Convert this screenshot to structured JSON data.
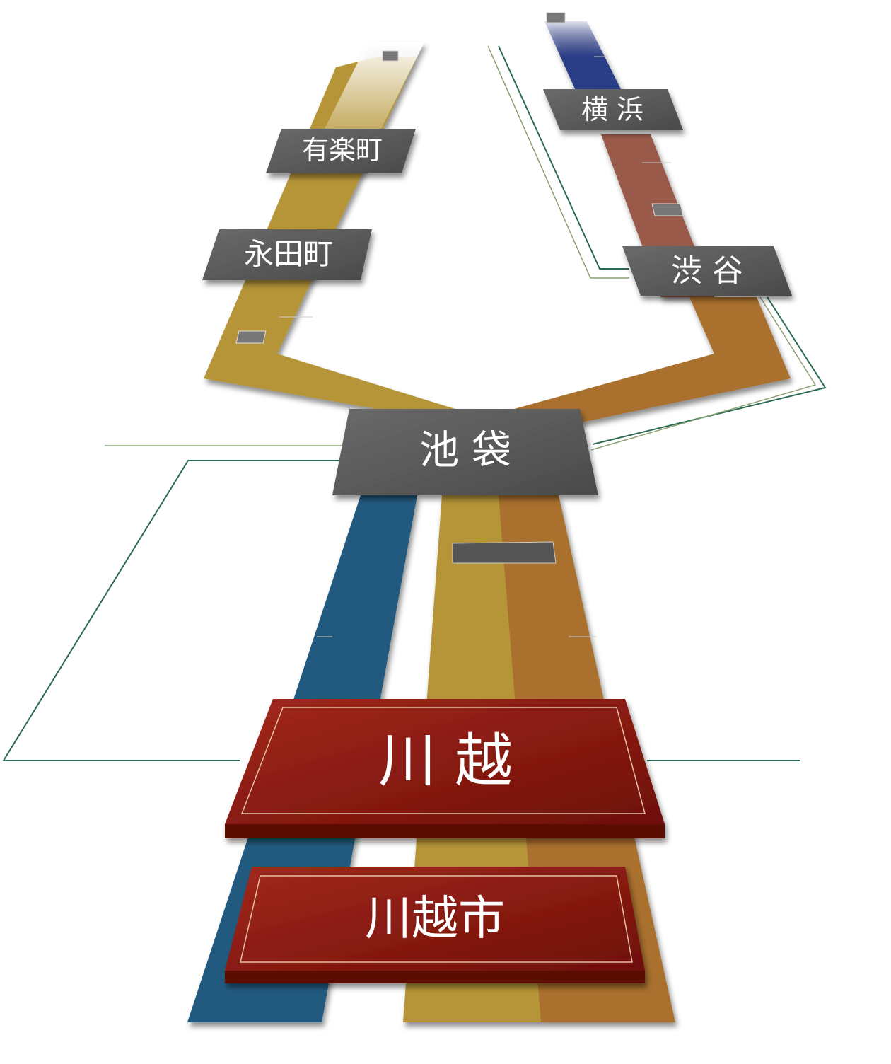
{
  "stations": {
    "yurakucho": "有楽町",
    "nagatacho": "永田町",
    "yokohama": "横 浜",
    "shibuya": "渋 谷",
    "ikebukuro": "池 袋",
    "kawagoe": "川 越",
    "kawagoe_city": "川越市"
  },
  "colors": {
    "fukutoshin_line_top": "#9a5a4a",
    "fukutoshin_line_bottom": "#a9702f",
    "yurakucho_line": "#b59537",
    "seibu_ikebukuro_line": "#245a7f",
    "minatomirai_line": "#2c3e87",
    "station_plate": "#595959",
    "kawagoe_plate": "#8a1c12",
    "thin_line_dark": "#2a6a50",
    "thin_line_light": "#8aa070"
  }
}
